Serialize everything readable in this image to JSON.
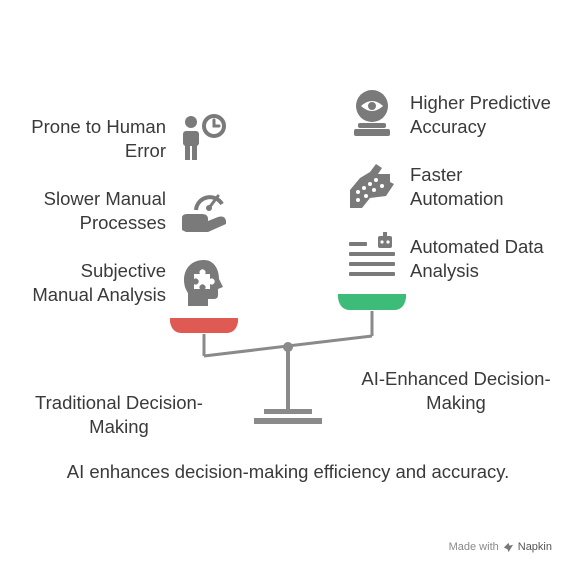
{
  "left": {
    "items": [
      {
        "line1": "Prone to Human",
        "line2": "Error",
        "icon": "person-clock-icon"
      },
      {
        "line1": "Slower Manual",
        "line2": "Processes",
        "icon": "hand-gauge-icon"
      },
      {
        "line1": "Subjective",
        "line2": "Manual Analysis",
        "icon": "head-puzzle-icon"
      }
    ],
    "caption_line1": "Traditional Decision-",
    "caption_line2": "Making",
    "pan_color": "#e05a54"
  },
  "right": {
    "items": [
      {
        "line1": "Higher Predictive",
        "line2": "Accuracy",
        "icon": "crystal-ball-icon"
      },
      {
        "line1": "Faster",
        "line2": "Automation",
        "icon": "robot-hand-icon"
      },
      {
        "line1": "Automated Data",
        "line2": "Analysis",
        "icon": "robot-document-icon"
      }
    ],
    "caption_line1": "AI-Enhanced Decision-",
    "caption_line2": "Making",
    "pan_color": "#3dbb78"
  },
  "footer": "AI enhances decision-making efficiency and accuracy.",
  "watermark": {
    "prefix": "Made with",
    "brand": "Napkin"
  },
  "colors": {
    "icon": "#7a7a7a",
    "scale": "#8a8a8a",
    "text": "#3a3a3a"
  }
}
